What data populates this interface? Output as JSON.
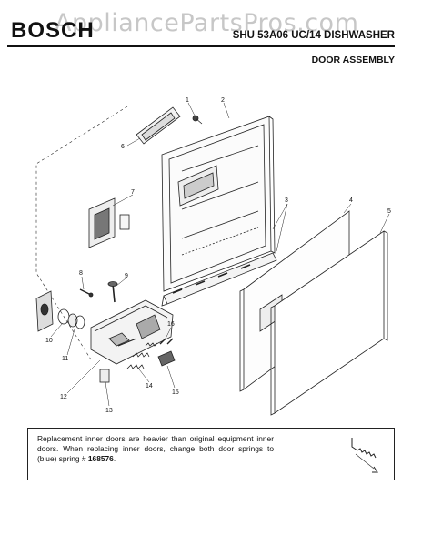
{
  "header": {
    "brand": "BOSCH",
    "watermark": "AppliancePartsPros.com",
    "model_title": "SHU 53A06 UC/14 DISHWASHER",
    "section_title": "DOOR ASSEMBLY"
  },
  "callouts": [
    "1",
    "2",
    "3",
    "4",
    "5",
    "6",
    "7",
    "8",
    "9",
    "10",
    "11",
    "12",
    "13",
    "14",
    "15",
    "16"
  ],
  "note": {
    "text": "Replacement inner doors are heavier than original equipment inner doors. When replacing inner doors, change both door springs to (blue) spring #",
    "part_number": "168576",
    "end": "."
  }
}
